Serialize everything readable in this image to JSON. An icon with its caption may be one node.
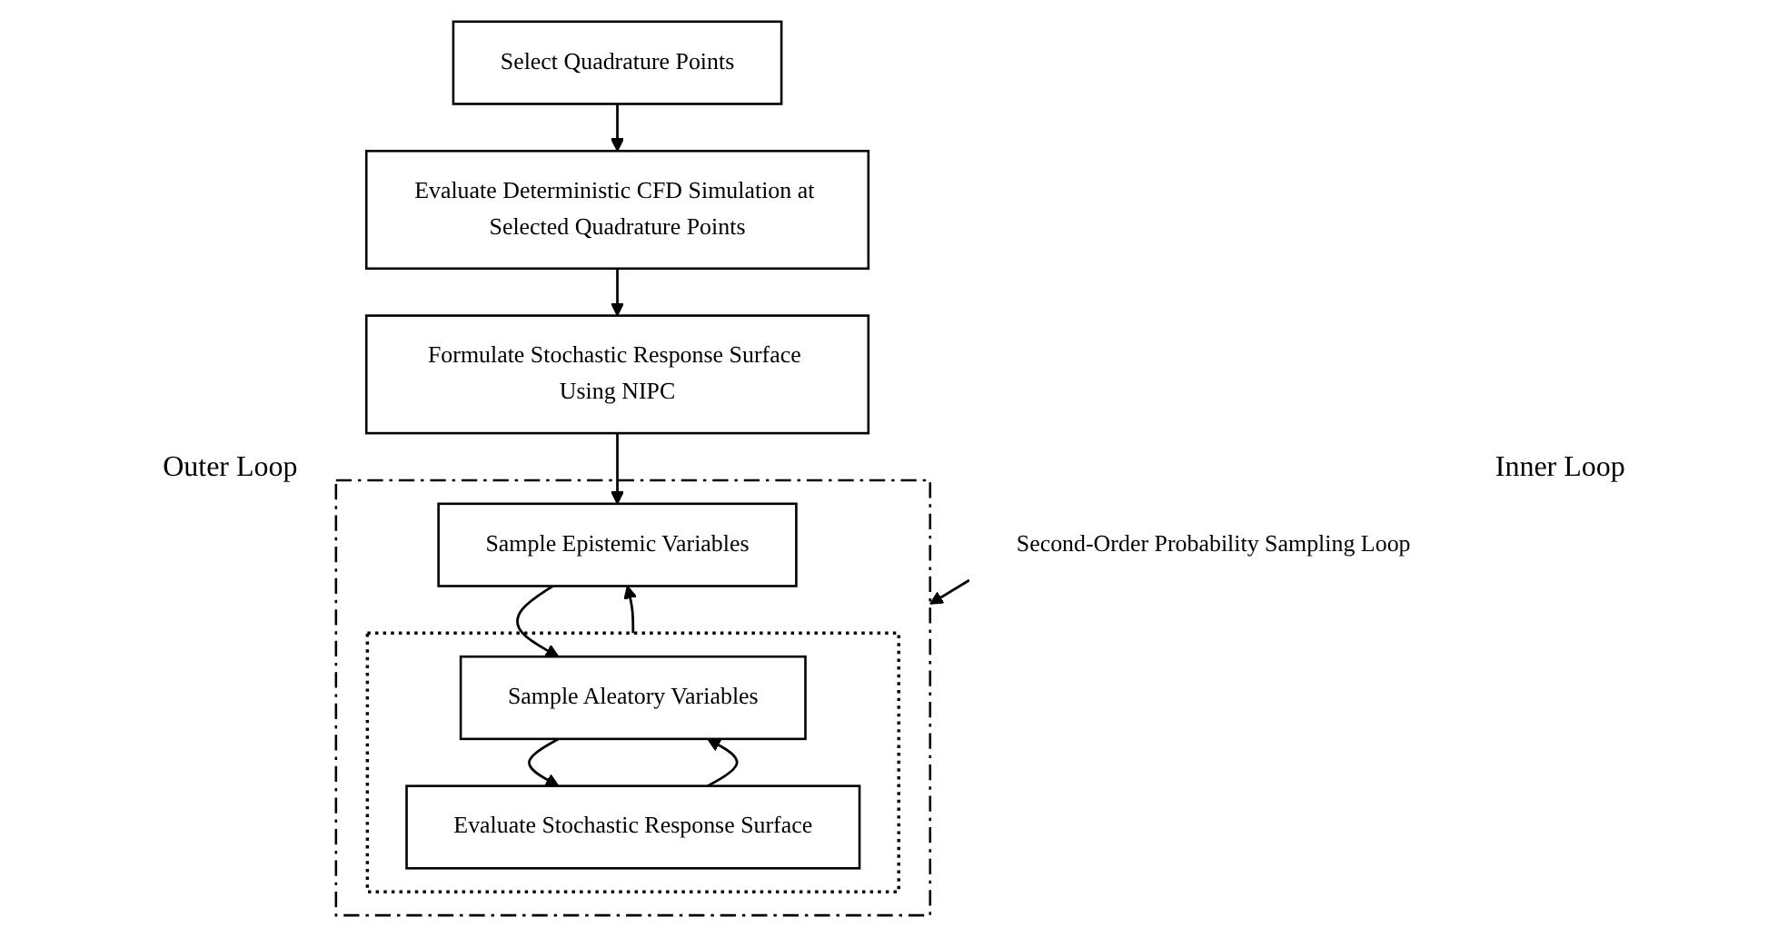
{
  "diagram": {
    "nodes": [
      {
        "text": [
          "Select Quadrature Points"
        ]
      },
      {
        "text": [
          "Evaluate Deterministic CFD Simulation at Selected Quadrature Points"
        ]
      },
      {
        "text": [
          "Formulate Stochastic Response Surface Using NIPC"
        ]
      },
      {
        "text": [
          "Second-Order Probability Sampling Loop"
        ]
      },
      {
        "text": [],
        "shape": "box"
      },
      {
        "text": [
          "Sample Epistemic Variables"
        ],
        "in": 4
      },
      {
        "text": [],
        "shape": "box",
        "in": 4
      },
      {
        "text": [
          "Sample Aleatory Variables"
        ],
        "in": 6
      },
      {
        "text": [
          "Evaluate Stochastic Response Surface"
        ],
        "in": 6
      }
    ],
    "edges": [
      {
        "from": 0,
        "to": 1,
        "arrow": "to"
      },
      {
        "from": 1,
        "to": 2,
        "arrow": "to"
      },
      {
        "from": 2,
        "to": 5,
        "arrow": "to"
      },
      {
        "from": 3,
        "to": 4,
        "arrow": "to"
      },
      {
        "from": 5,
        "to": 7,
        "arrow": "to"
      },
      {
        "from": 7,
        "to": 8,
        "arrow": "to"
      },
      {
        "from": 8,
        "to": 7,
        "arrow": "to"
      },
      {
        "from": 6,
        "to": 5,
        "arrow": "to"
      }
    ],
    "labels": [
      "Outer Loop",
      "Inner Loop"
    ]
  }
}
